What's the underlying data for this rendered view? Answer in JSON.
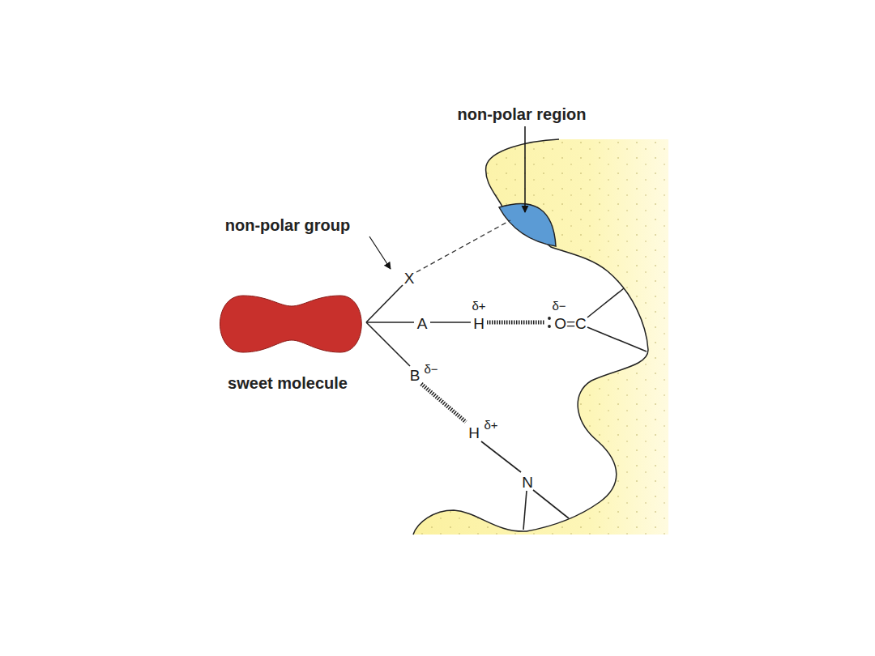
{
  "diagram": {
    "nodes": [
      {
        "text": [
          "sweet molecule"
        ]
      }
    ],
    "labels": [
      "non-polar region",
      "non-polar group",
      "X",
      "A",
      "H",
      "δ+",
      "δ−",
      "O=C",
      "B",
      "δ−",
      "H",
      "δ+",
      "N"
    ]
  }
}
